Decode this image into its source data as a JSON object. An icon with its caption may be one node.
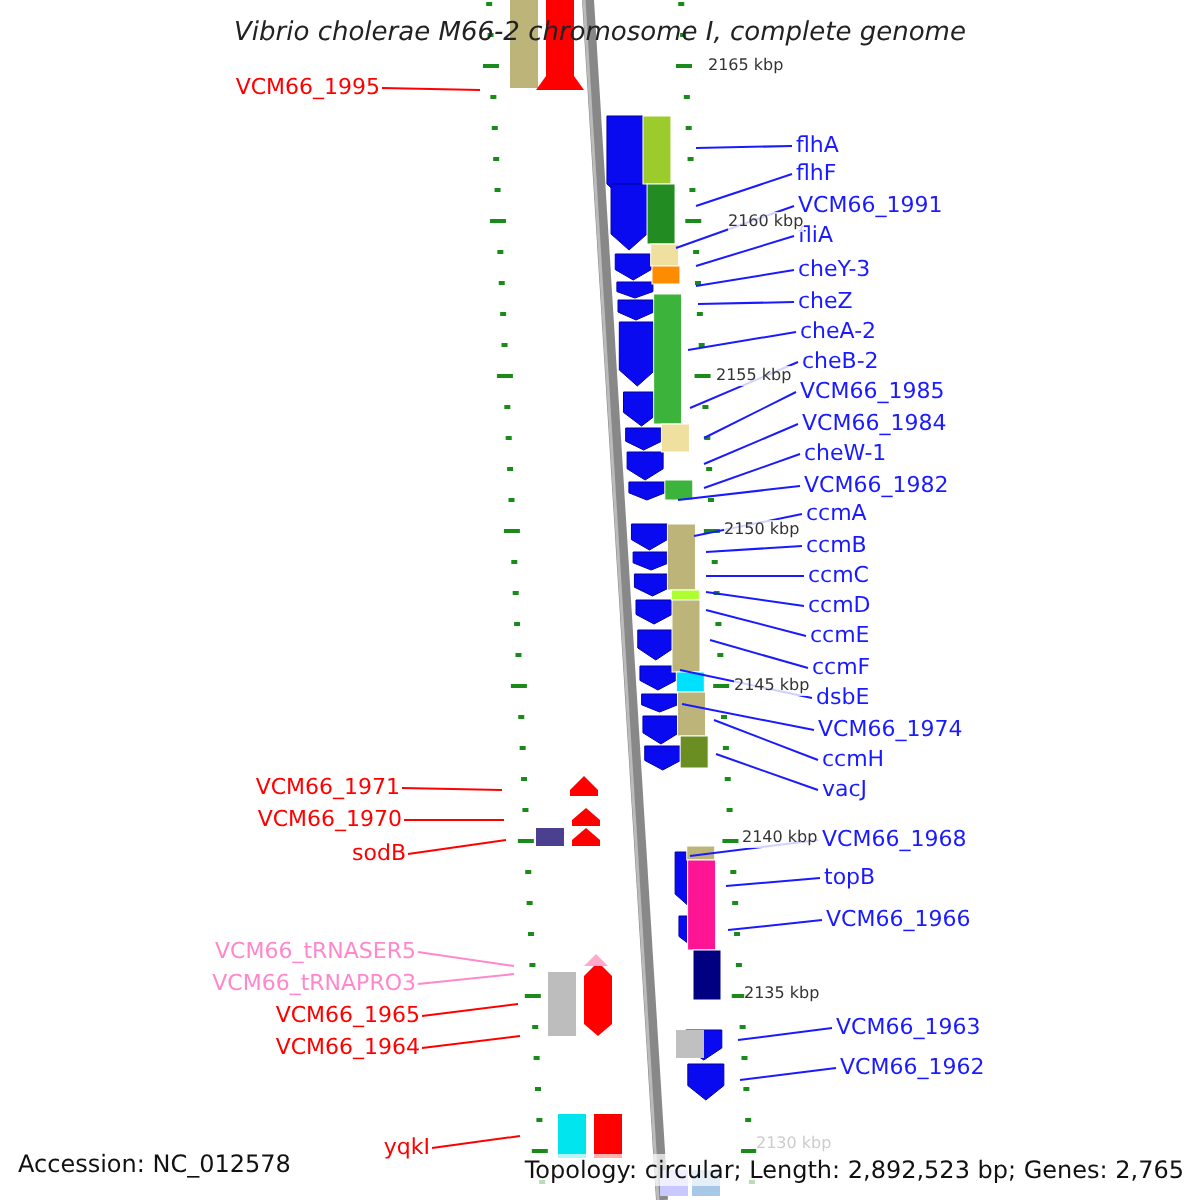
{
  "diagram": {
    "title": "Vibrio cholerae M66-2 chromosome I, complete genome",
    "nodes": [
      {
        "text": [
          "VCM66_1995"
        ]
      },
      {
        "text": [
          "flhA"
        ]
      },
      {
        "text": [
          "flhF"
        ]
      },
      {
        "text": [
          "VCM66_1991"
        ]
      },
      {
        "text": [
          "fliA"
        ]
      },
      {
        "text": [
          "cheY-3"
        ]
      },
      {
        "text": [
          "cheZ"
        ]
      },
      {
        "text": [
          "cheA-2"
        ]
      },
      {
        "text": [
          "cheB-2"
        ]
      },
      {
        "text": [
          "VCM66_1985"
        ]
      },
      {
        "text": [
          "VCM66_1984"
        ]
      },
      {
        "text": [
          "cheW-1"
        ]
      },
      {
        "text": [
          "VCM66_1982"
        ]
      },
      {
        "text": [
          "ccmA"
        ]
      },
      {
        "text": [
          "ccmB"
        ]
      },
      {
        "text": [
          "ccmC"
        ]
      },
      {
        "text": [
          "ccmD"
        ]
      },
      {
        "text": [
          "ccmE"
        ]
      },
      {
        "text": [
          "ccmF"
        ]
      },
      {
        "text": [
          "dsbE"
        ]
      },
      {
        "text": [
          "VCM66_1974"
        ]
      },
      {
        "text": [
          "ccmH"
        ]
      },
      {
        "text": [
          "VCM66_1971"
        ]
      },
      {
        "text": [
          "vacJ"
        ]
      },
      {
        "text": [
          "VCM66_1970"
        ]
      },
      {
        "text": [
          "VCM66_1968"
        ]
      },
      {
        "text": [
          "sodB"
        ]
      },
      {
        "text": [
          "topB"
        ]
      },
      {
        "text": [
          "VCM66_1966"
        ]
      },
      {
        "text": [
          "VCM66_tRNASER5"
        ]
      },
      {
        "text": [
          "VCM66_tRNAPRO3"
        ]
      },
      {
        "text": [
          "VCM66_1965"
        ]
      },
      {
        "text": [
          "VCM66_1963"
        ]
      },
      {
        "text": [
          "VCM66_1964"
        ]
      },
      {
        "text": [
          "VCM66_1962"
        ]
      },
      {
        "text": [
          "yqkI"
        ]
      }
    ],
    "edges": [
      {
        "from": 0,
        "to": null,
        "arrow": "none",
        "color": "#ff0000"
      },
      {
        "from": 1,
        "to": null,
        "arrow": "none"
      },
      {
        "from": 2,
        "to": null,
        "arrow": "none"
      },
      {
        "from": 3,
        "to": null,
        "arrow": "none"
      },
      {
        "from": 4,
        "to": null,
        "arrow": "none"
      },
      {
        "from": 5,
        "to": null,
        "arrow": "none"
      },
      {
        "from": 6,
        "to": null,
        "arrow": "none"
      },
      {
        "from": 7,
        "to": null,
        "arrow": "none"
      },
      {
        "from": 8,
        "to": null,
        "arrow": "none"
      },
      {
        "from": 9,
        "to": null,
        "arrow": "none"
      },
      {
        "from": 10,
        "to": null,
        "arrow": "none"
      },
      {
        "from": 11,
        "to": null,
        "arrow": "none"
      },
      {
        "from": 12,
        "to": null,
        "arrow": "none"
      },
      {
        "from": 13,
        "to": null,
        "arrow": "none"
      },
      {
        "from": 14,
        "to": null,
        "arrow": "none"
      },
      {
        "from": 15,
        "to": null,
        "arrow": "none"
      },
      {
        "from": 16,
        "to": null,
        "arrow": "none"
      },
      {
        "from": 17,
        "to": null,
        "arrow": "none"
      },
      {
        "from": 18,
        "to": null,
        "arrow": "none"
      },
      {
        "from": 19,
        "to": null,
        "arrow": "none"
      },
      {
        "from": 20,
        "to": null,
        "arrow": "none"
      },
      {
        "from": 21,
        "to": null,
        "arrow": "none"
      },
      {
        "from": 22,
        "to": null,
        "arrow": "none",
        "color": "#ff0000"
      },
      {
        "from": 23,
        "to": null,
        "arrow": "none"
      },
      {
        "from": 24,
        "to": null,
        "arrow": "none",
        "color": "#ff0000"
      },
      {
        "from": 25,
        "to": null,
        "arrow": "none"
      },
      {
        "from": 26,
        "to": null,
        "arrow": "none",
        "color": "#ff0000"
      },
      {
        "from": 27,
        "to": null,
        "arrow": "none"
      },
      {
        "from": 28,
        "to": null,
        "arrow": "none"
      },
      {
        "from": 29,
        "to": null,
        "arrow": "none",
        "color": "#ff88cc"
      },
      {
        "from": 30,
        "to": null,
        "arrow": "none",
        "color": "#ff88cc"
      },
      {
        "from": 31,
        "to": null,
        "arrow": "none",
        "color": "#ff0000"
      },
      {
        "from": 32,
        "to": null,
        "arrow": "none"
      },
      {
        "from": 33,
        "to": null,
        "arrow": "none",
        "color": "#ff0000"
      },
      {
        "from": 34,
        "to": null,
        "arrow": "none"
      },
      {
        "from": 35,
        "to": null,
        "arrow": "none",
        "color": "#ff0000"
      }
    ],
    "labels": [
      "2165 kbp",
      "2160 kbp",
      "2155 kbp",
      "2150 kbp",
      "2145 kbp",
      "2140 kbp",
      "2135 kbp",
      "2130 kbp",
      "Accession: NC_012578",
      "Topology: circular; Length: 2,892,523 bp; Genes: 2,765"
    ]
  }
}
